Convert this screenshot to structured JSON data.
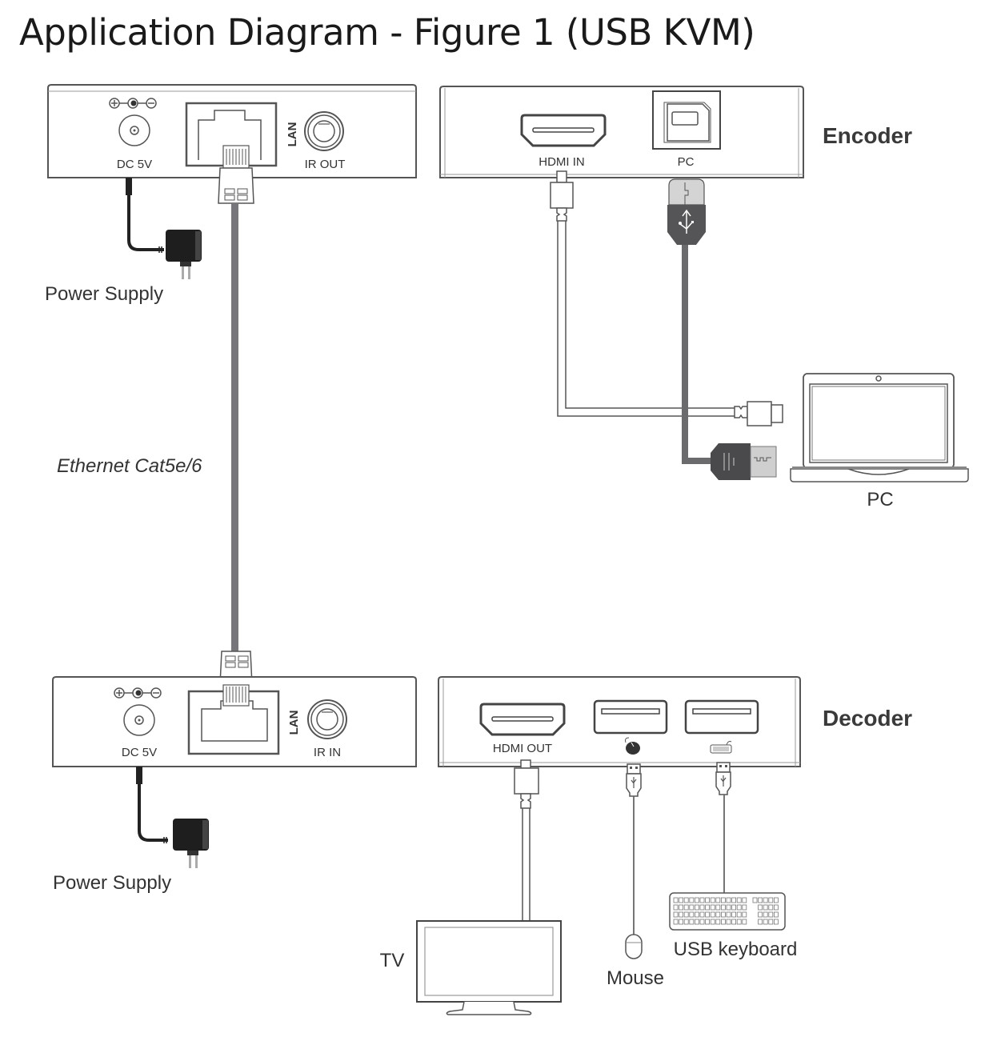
{
  "title": "Application Diagram - Figure 1 (USB KVM)",
  "colors": {
    "ethernet_cable": "#77777b",
    "usb_cable": "#6b6b6e",
    "power_cable": "#222222",
    "outline": "#555555",
    "label_text": "#333333"
  },
  "transmitter": {
    "port_labels": {
      "dc": "DC 5V",
      "lan": "LAN",
      "ir": "IR OUT"
    },
    "polarity_symbol": "⊕-●-⊖"
  },
  "receiver": {
    "port_labels": {
      "dc": "DC 5V",
      "lan": "LAN",
      "ir": "IR IN"
    },
    "polarity_symbol": "⊕-●-⊖"
  },
  "encoder": {
    "title": "Encoder",
    "port_labels": {
      "hdmi": "HDMI IN",
      "usb": "PC"
    }
  },
  "decoder": {
    "title": "Decoder",
    "port_labels": {
      "hdmi": "HDMI OUT"
    },
    "usb_port_icons": [
      "mouse-icon",
      "keyboard-icon"
    ]
  },
  "devices": {
    "power_supply_top": "Power Supply",
    "power_supply_bottom": "Power Supply",
    "pc": "PC",
    "tv": "TV",
    "mouse": "Mouse",
    "keyboard": "USB keyboard"
  },
  "cable_label": "Ethernet Cat5e/6"
}
